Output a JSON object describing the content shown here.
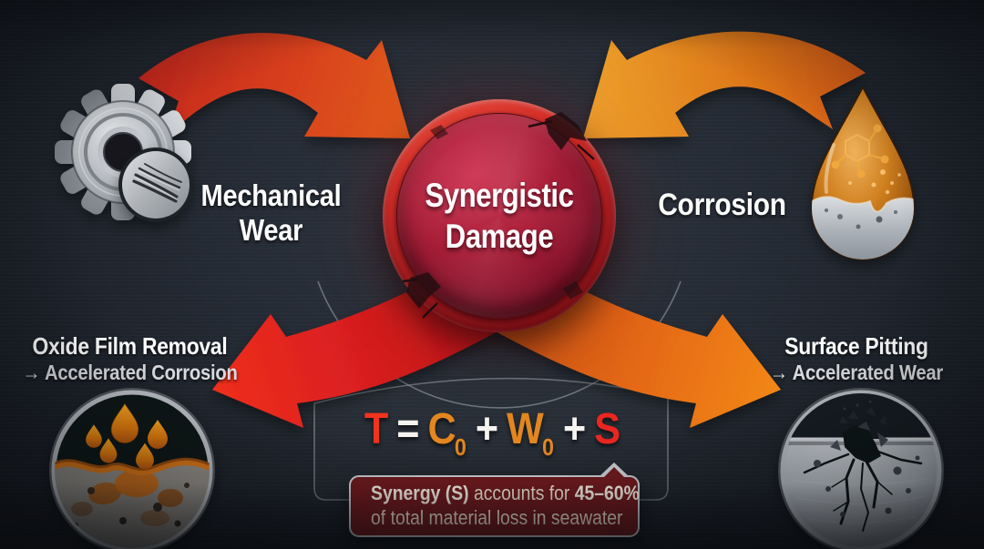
{
  "labels": {
    "mechanical": {
      "line1": "Mechanical",
      "line2": "Wear"
    },
    "center": {
      "line1": "Synergistic",
      "line2": "Damage"
    },
    "corrosion": {
      "line1": "Corrosion"
    },
    "oxide": {
      "line1": "Oxide Film Removal",
      "line2": "→ Accelerated Corrosion"
    },
    "pitting": {
      "line1": "Surface Pitting",
      "line2": "→ Accelerated Wear"
    }
  },
  "formula": {
    "parts": [
      {
        "text": "T",
        "sub": "",
        "color": "#f1331f"
      },
      {
        "text": "=",
        "sub": "",
        "color": "#f4f3ef"
      },
      {
        "text": "C",
        "sub": "0",
        "color": "#e2861f"
      },
      {
        "text": "+",
        "sub": "",
        "color": "#f4f3ef"
      },
      {
        "text": "W",
        "sub": "0",
        "color": "#e2861f"
      },
      {
        "text": "+",
        "sub": "",
        "color": "#f4f3ef"
      },
      {
        "text": "S",
        "sub": "",
        "color": "#e92620"
      }
    ]
  },
  "callout": {
    "bold1": "Synergy (S)",
    "mid": " accounts for ",
    "bold2": "45–60%",
    "line2": "of total material loss in seawater"
  },
  "icons": {
    "left": "gear-icon",
    "left_overlay": "scratch-disc-icon",
    "right": "corrosion-droplet-icon",
    "bottom_left": "rust-droplets-badge-icon",
    "bottom_right": "cracked-surface-badge-icon",
    "center": "synergy-damage-badge"
  },
  "colors": {
    "background": "#20252d",
    "arrow_red": "#d8401f",
    "arrow_orange": "#e07d1a",
    "arrow_bright_red": "#e2211f",
    "arrow_bright_orange": "#ee7f12",
    "badge_ring": "#c82a26",
    "badge_face": "#8c1630",
    "callout_bg": "#701a1e",
    "callout_border": "#ccd0d5",
    "text": "#fdfdfd"
  }
}
